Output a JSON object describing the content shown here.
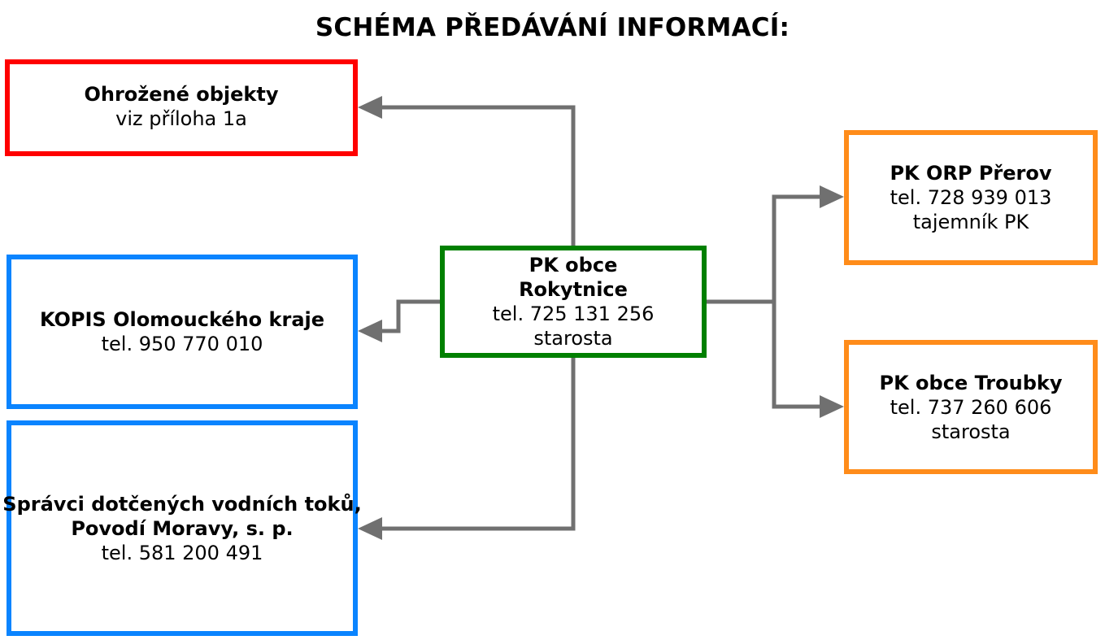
{
  "title": "SCHÉMA PŘEDÁVÁNÍ INFORMACÍ:",
  "colors": {
    "connector": "#707070",
    "threatened_border": "#ff0000",
    "agency_border": "#0a84ff",
    "center_border": "#008000",
    "crisis_border": "#ff8c1a"
  },
  "nodes": {
    "threatened": {
      "heading": "Ohrožené objekty",
      "detail": "viz příloha 1a"
    },
    "kopis": {
      "heading": "KOPIS Olomouckého kraje",
      "phone": "tel. 950 770 010"
    },
    "water": {
      "heading_line1": "Správci dotčených vodních toků,",
      "heading_line2": "Povodí Moravy, s. p.",
      "phone": "tel. 581 200 491"
    },
    "center": {
      "heading_line1": "PK obce",
      "heading_line2": "Rokytnice",
      "phone": "tel. 725 131 256",
      "role": "starosta"
    },
    "orp": {
      "heading": "PK ORP Přerov",
      "phone": "tel. 728 939 013",
      "role": "tajemník PK"
    },
    "troubky": {
      "heading": "PK obce Troubky",
      "phone": "tel. 737 260 606",
      "role": "starosta"
    }
  }
}
